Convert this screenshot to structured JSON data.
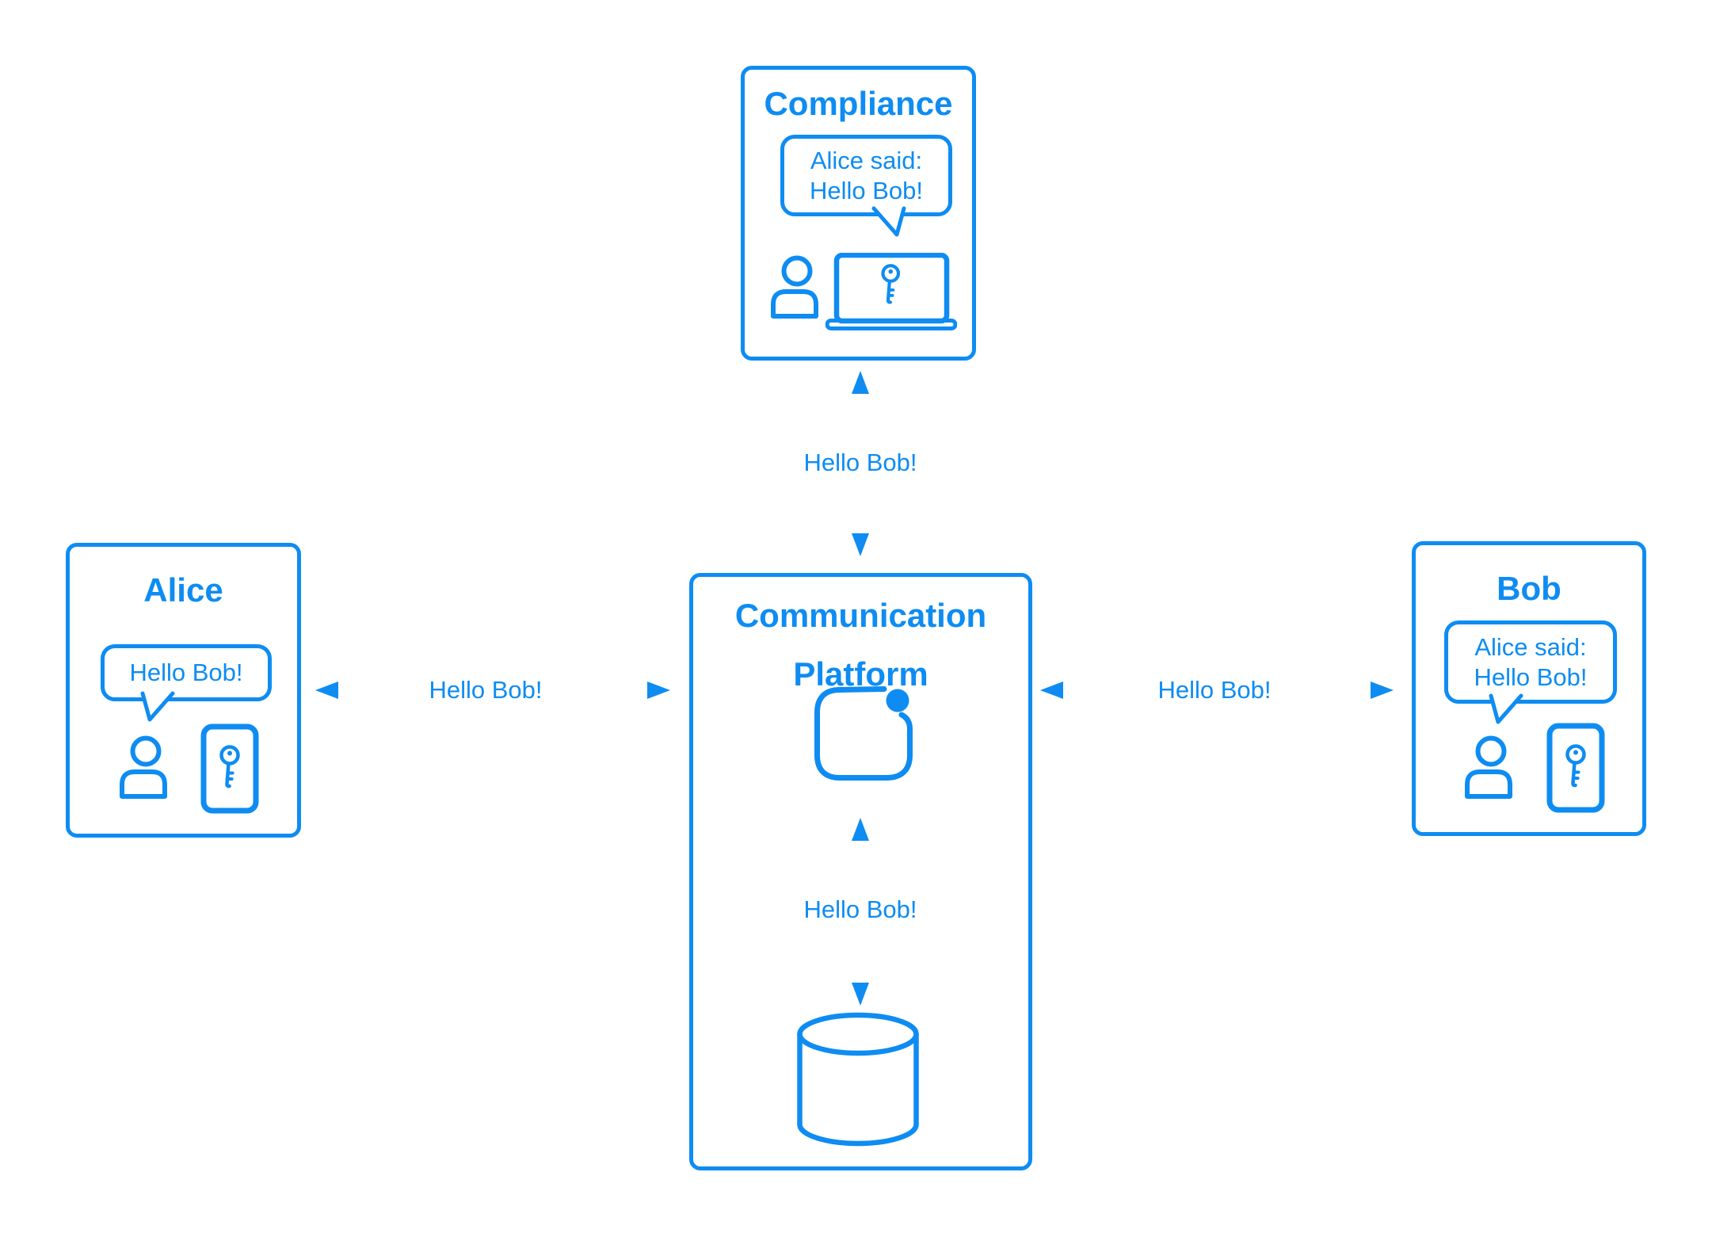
{
  "accent_color": "#0E8CF2",
  "background_color": "#FFFFFF",
  "nodes": {
    "alice": {
      "title": "Alice",
      "bubble_lines": [
        "Hello Bob!"
      ],
      "icons": [
        "person-icon",
        "smartphone-icon",
        "key-icon",
        "speech-bubble"
      ]
    },
    "bob": {
      "title": "Bob",
      "bubble_lines": [
        "Alice said:",
        "Hello Bob!"
      ],
      "icons": [
        "person-icon",
        "smartphone-icon",
        "key-icon",
        "speech-bubble"
      ]
    },
    "compliance": {
      "title": "Compliance",
      "bubble_lines": [
        "Alice said:",
        "Hello Bob!"
      ],
      "icons": [
        "person-icon",
        "laptop-icon",
        "key-icon",
        "speech-bubble"
      ]
    },
    "platform": {
      "title_line1": "Communication",
      "title_line2": "Platform",
      "icons": [
        "messenger-app-icon",
        "database-icon"
      ]
    }
  },
  "edge_labels": {
    "alice_platform": "Hello Bob!",
    "platform_bob": "Hello Bob!",
    "compliance_platform": "Hello Bob!",
    "platform_database": "Hello Bob!"
  }
}
